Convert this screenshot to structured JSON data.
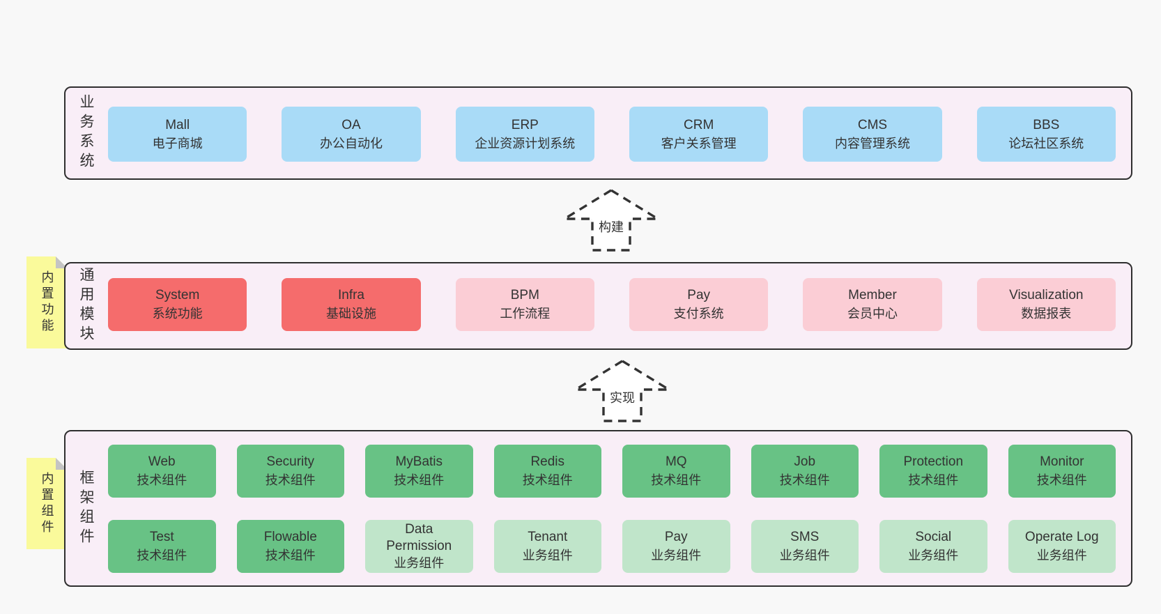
{
  "sections": {
    "business": {
      "label": "业务系统",
      "boxes": [
        {
          "en": "Mall",
          "zh": "电子商城"
        },
        {
          "en": "OA",
          "zh": "办公自动化"
        },
        {
          "en": "ERP",
          "zh": "企业资源计划系统"
        },
        {
          "en": "CRM",
          "zh": "客户关系管理"
        },
        {
          "en": "CMS",
          "zh": "内容管理系统"
        },
        {
          "en": "BBS",
          "zh": "论坛社区系统"
        }
      ]
    },
    "modules": {
      "label": "通用模块",
      "tag": "内置功能",
      "boxes": [
        {
          "en": "System",
          "zh": "系统功能"
        },
        {
          "en": "Infra",
          "zh": "基础设施"
        },
        {
          "en": "BPM",
          "zh": "工作流程"
        },
        {
          "en": "Pay",
          "zh": "支付系统"
        },
        {
          "en": "Member",
          "zh": "会员中心"
        },
        {
          "en": "Visualization",
          "zh": "数据报表"
        }
      ]
    },
    "components": {
      "label": "框架组件",
      "tag": "内置组件",
      "row1": [
        {
          "en": "Web",
          "zh": "技术组件"
        },
        {
          "en": "Security",
          "zh": "技术组件"
        },
        {
          "en": "MyBatis",
          "zh": "技术组件"
        },
        {
          "en": "Redis",
          "zh": "技术组件"
        },
        {
          "en": "MQ",
          "zh": "技术组件"
        },
        {
          "en": "Job",
          "zh": "技术组件"
        },
        {
          "en": "Protection",
          "zh": "技术组件"
        },
        {
          "en": "Monitor",
          "zh": "技术组件"
        }
      ],
      "row2": [
        {
          "en": "Test",
          "zh": "技术组件"
        },
        {
          "en": "Flowable",
          "zh": "技术组件"
        },
        {
          "en": "Data Permission",
          "zh": "业务组件"
        },
        {
          "en": "Tenant",
          "zh": "业务组件"
        },
        {
          "en": "Pay",
          "zh": "业务组件"
        },
        {
          "en": "SMS",
          "zh": "业务组件"
        },
        {
          "en": "Social",
          "zh": "业务组件"
        },
        {
          "en": "Operate Log",
          "zh": "业务组件"
        }
      ]
    }
  },
  "arrows": {
    "build": "构建",
    "implement": "实现"
  },
  "colors": {
    "canvas_bg": "#f8f8f8",
    "panel_bg": "#f9eef7",
    "panel_border": "#2f2f2f",
    "blue": "#a9dbf7",
    "red": "#f56c6c",
    "pink": "#fbcdd5",
    "green": "#68c285",
    "green_light": "#c0e5ca",
    "tag_yellow": "#fafa9b",
    "text": "#333333"
  }
}
